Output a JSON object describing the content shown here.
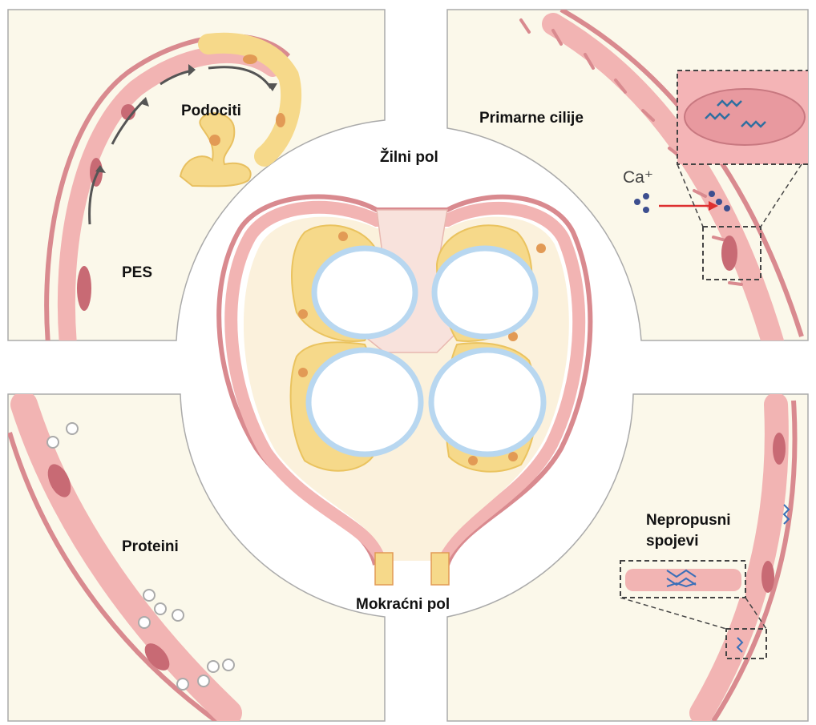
{
  "labels": {
    "podocytes": "Podociti",
    "pes": "PES",
    "vascular_pole": "Žilni pol",
    "primary_cilia": "Primarne cilije",
    "calcium_ion": "Ca⁺",
    "proteins": "Proteini",
    "tight_junctions": "Nepropusni\nspojevi",
    "urinary_pole": "Mokraćni pol"
  },
  "colors": {
    "background": "#ffffff",
    "panel_fill": "#fbf8ea",
    "panel_border": "#aaaaaa",
    "capsule_wall": "#d98a8f",
    "parietal_cell": "#f2b4b3",
    "parietal_nucleus": "#c86a74",
    "podocyte": "#f6d98a",
    "podocyte_nucleus": "#e29a55",
    "capillary": "#b8d7f0",
    "capillary_lumen": "#ffffff",
    "mesangium": "#f8e2dc",
    "arrow_dark": "#555555",
    "calcium_arrow": "#dd3030",
    "calcium_dot": "#3d4f8f",
    "tight_junction": "#3a6fb8",
    "protein_circle": "#aaaaaa"
  },
  "icons": {
    "migration_arrows": "curved-arrow-icon",
    "calcium_arrow": "red-arrow-icon",
    "cilia_zoom": "zoom-box-icon",
    "junction_zoom": "zoom-box-icon"
  }
}
